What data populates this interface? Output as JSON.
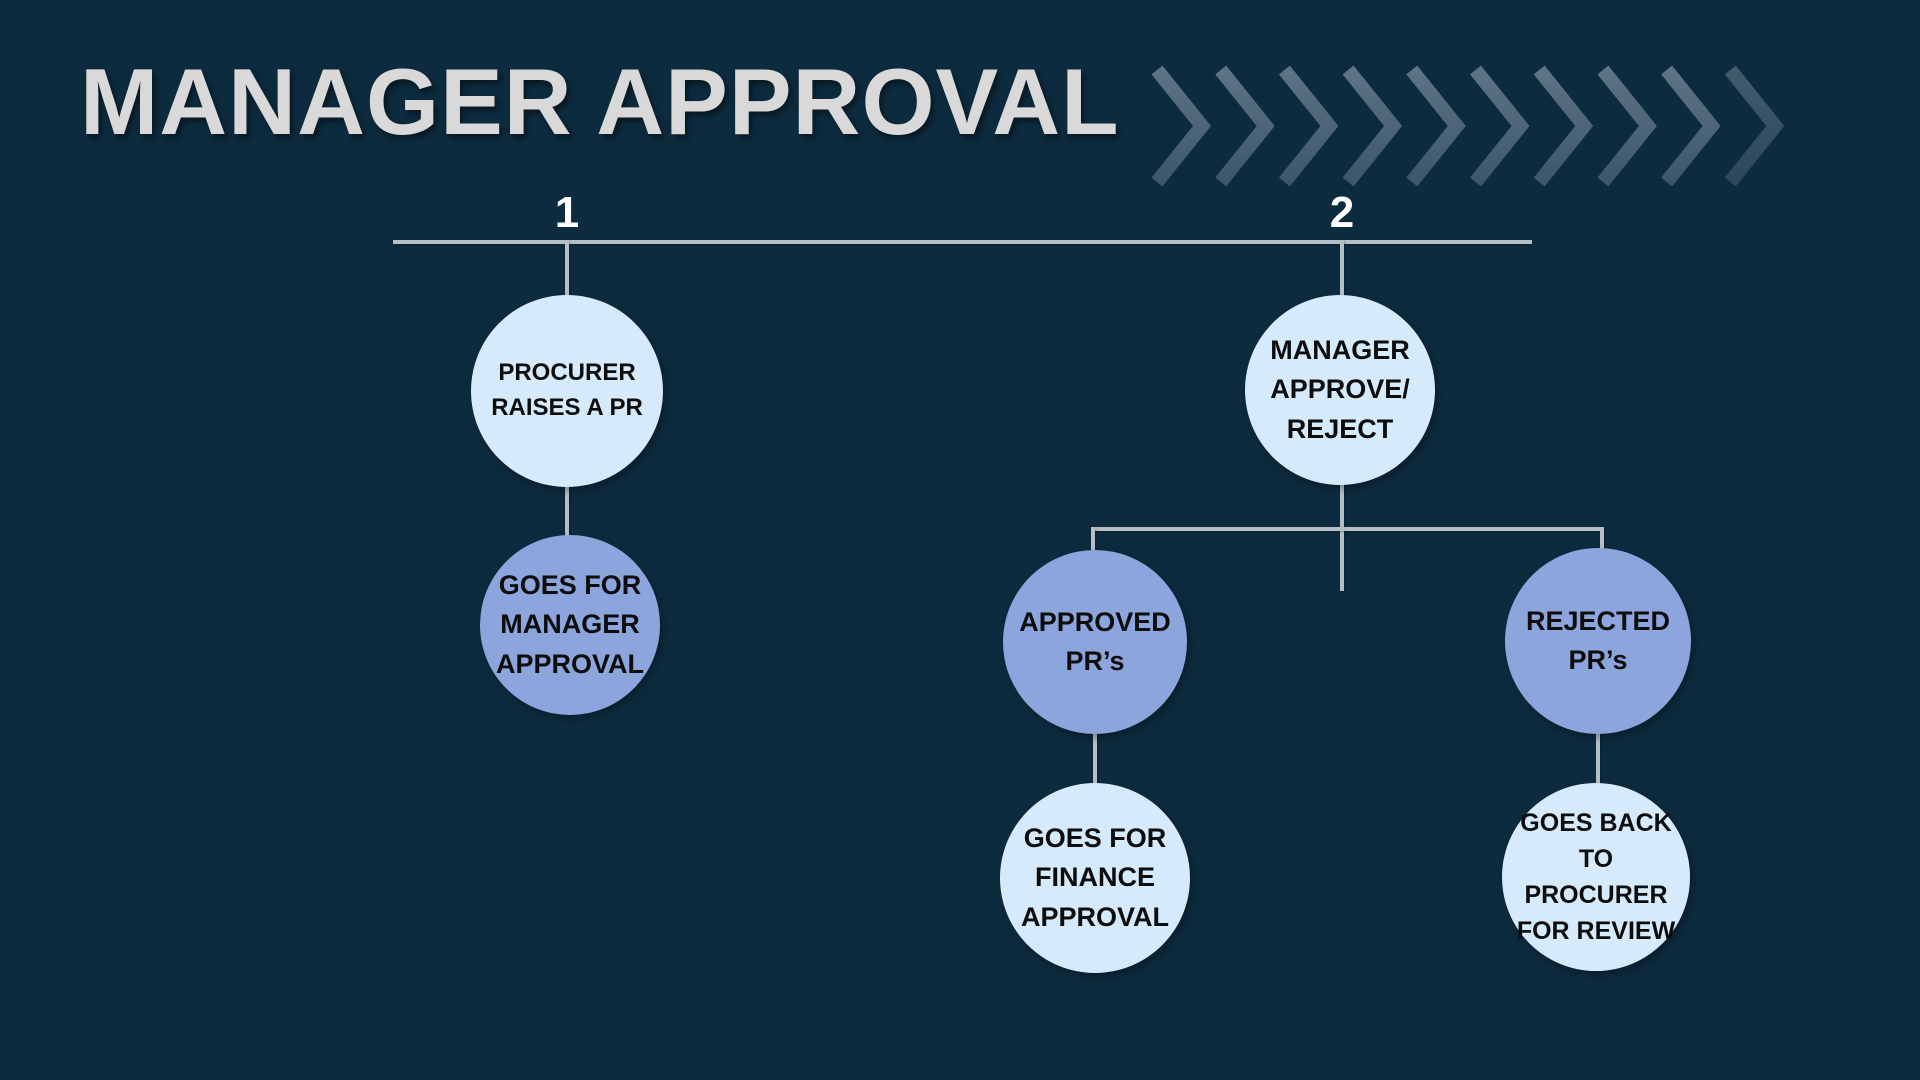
{
  "title": "MANAGER APPROVAL",
  "decor": {
    "chevron_icon": "right-chevron",
    "chevron_count": 10
  },
  "colors": {
    "background": "#0d2b3e",
    "title_text": "#d9d9d9",
    "light_circle": "#d5eafb",
    "periwinkle_circle": "#8ca5dd",
    "connector_line": "#b6bec6",
    "chevron_top": "#5d7486",
    "chevron_bottom": "#3e566a",
    "node_text": "#0d0d0d",
    "number_text": "#ffffff"
  },
  "diagram": {
    "branch1": {
      "number": "1",
      "step1": "PROCURER\nRAISES A PR",
      "step2": "GOES FOR\nMANAGER\nAPPROVAL"
    },
    "branch2": {
      "number": "2",
      "root": "MANAGER\nAPPROVE/\nREJECT",
      "approved": {
        "label": "APPROVED\nPR’s",
        "next": "GOES FOR\nFINANCE\nAPPROVAL"
      },
      "rejected": {
        "label": "REJECTED\nPR’s",
        "next": "GOES BACK TO\nPROCURER\nFOR REVIEW"
      }
    }
  }
}
